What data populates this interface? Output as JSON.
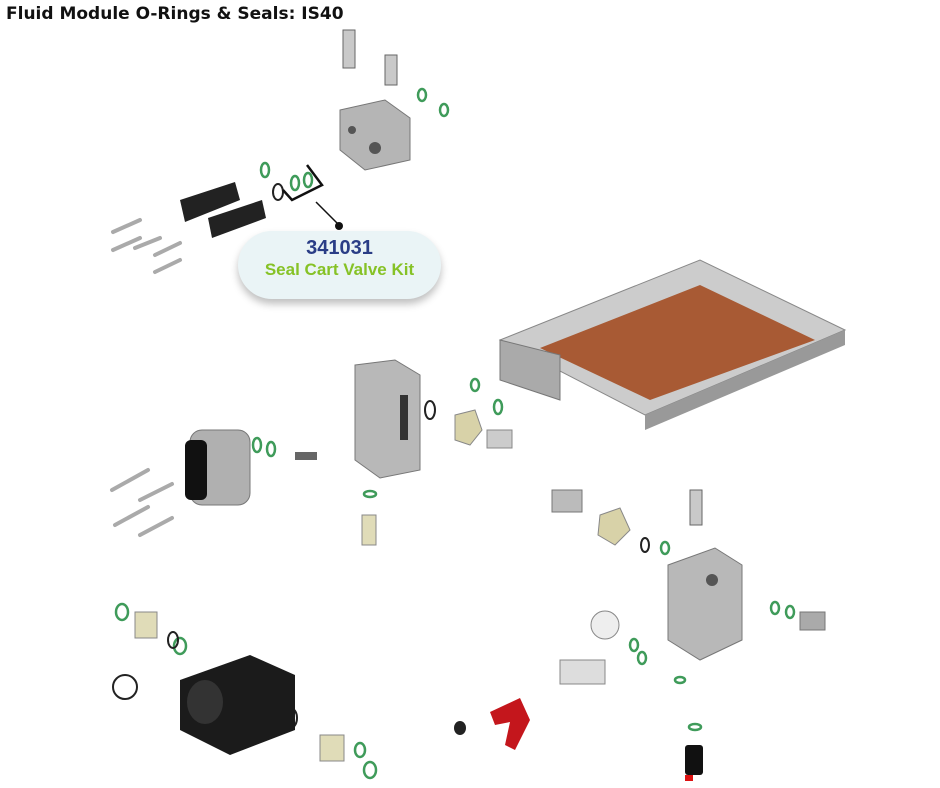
{
  "title": "Fluid Module O-Rings & Seals: IS40",
  "callout": {
    "part_number": "341031",
    "kit_name": "Seal Cart Valve Kit"
  },
  "colors": {
    "oring": "#3f9b5a",
    "part_number": "#2a3d86",
    "kit_name": "#86c226",
    "callout_bg": "#eaf4f6",
    "red_handle": "#c4161c",
    "heater": "#a85a34"
  }
}
